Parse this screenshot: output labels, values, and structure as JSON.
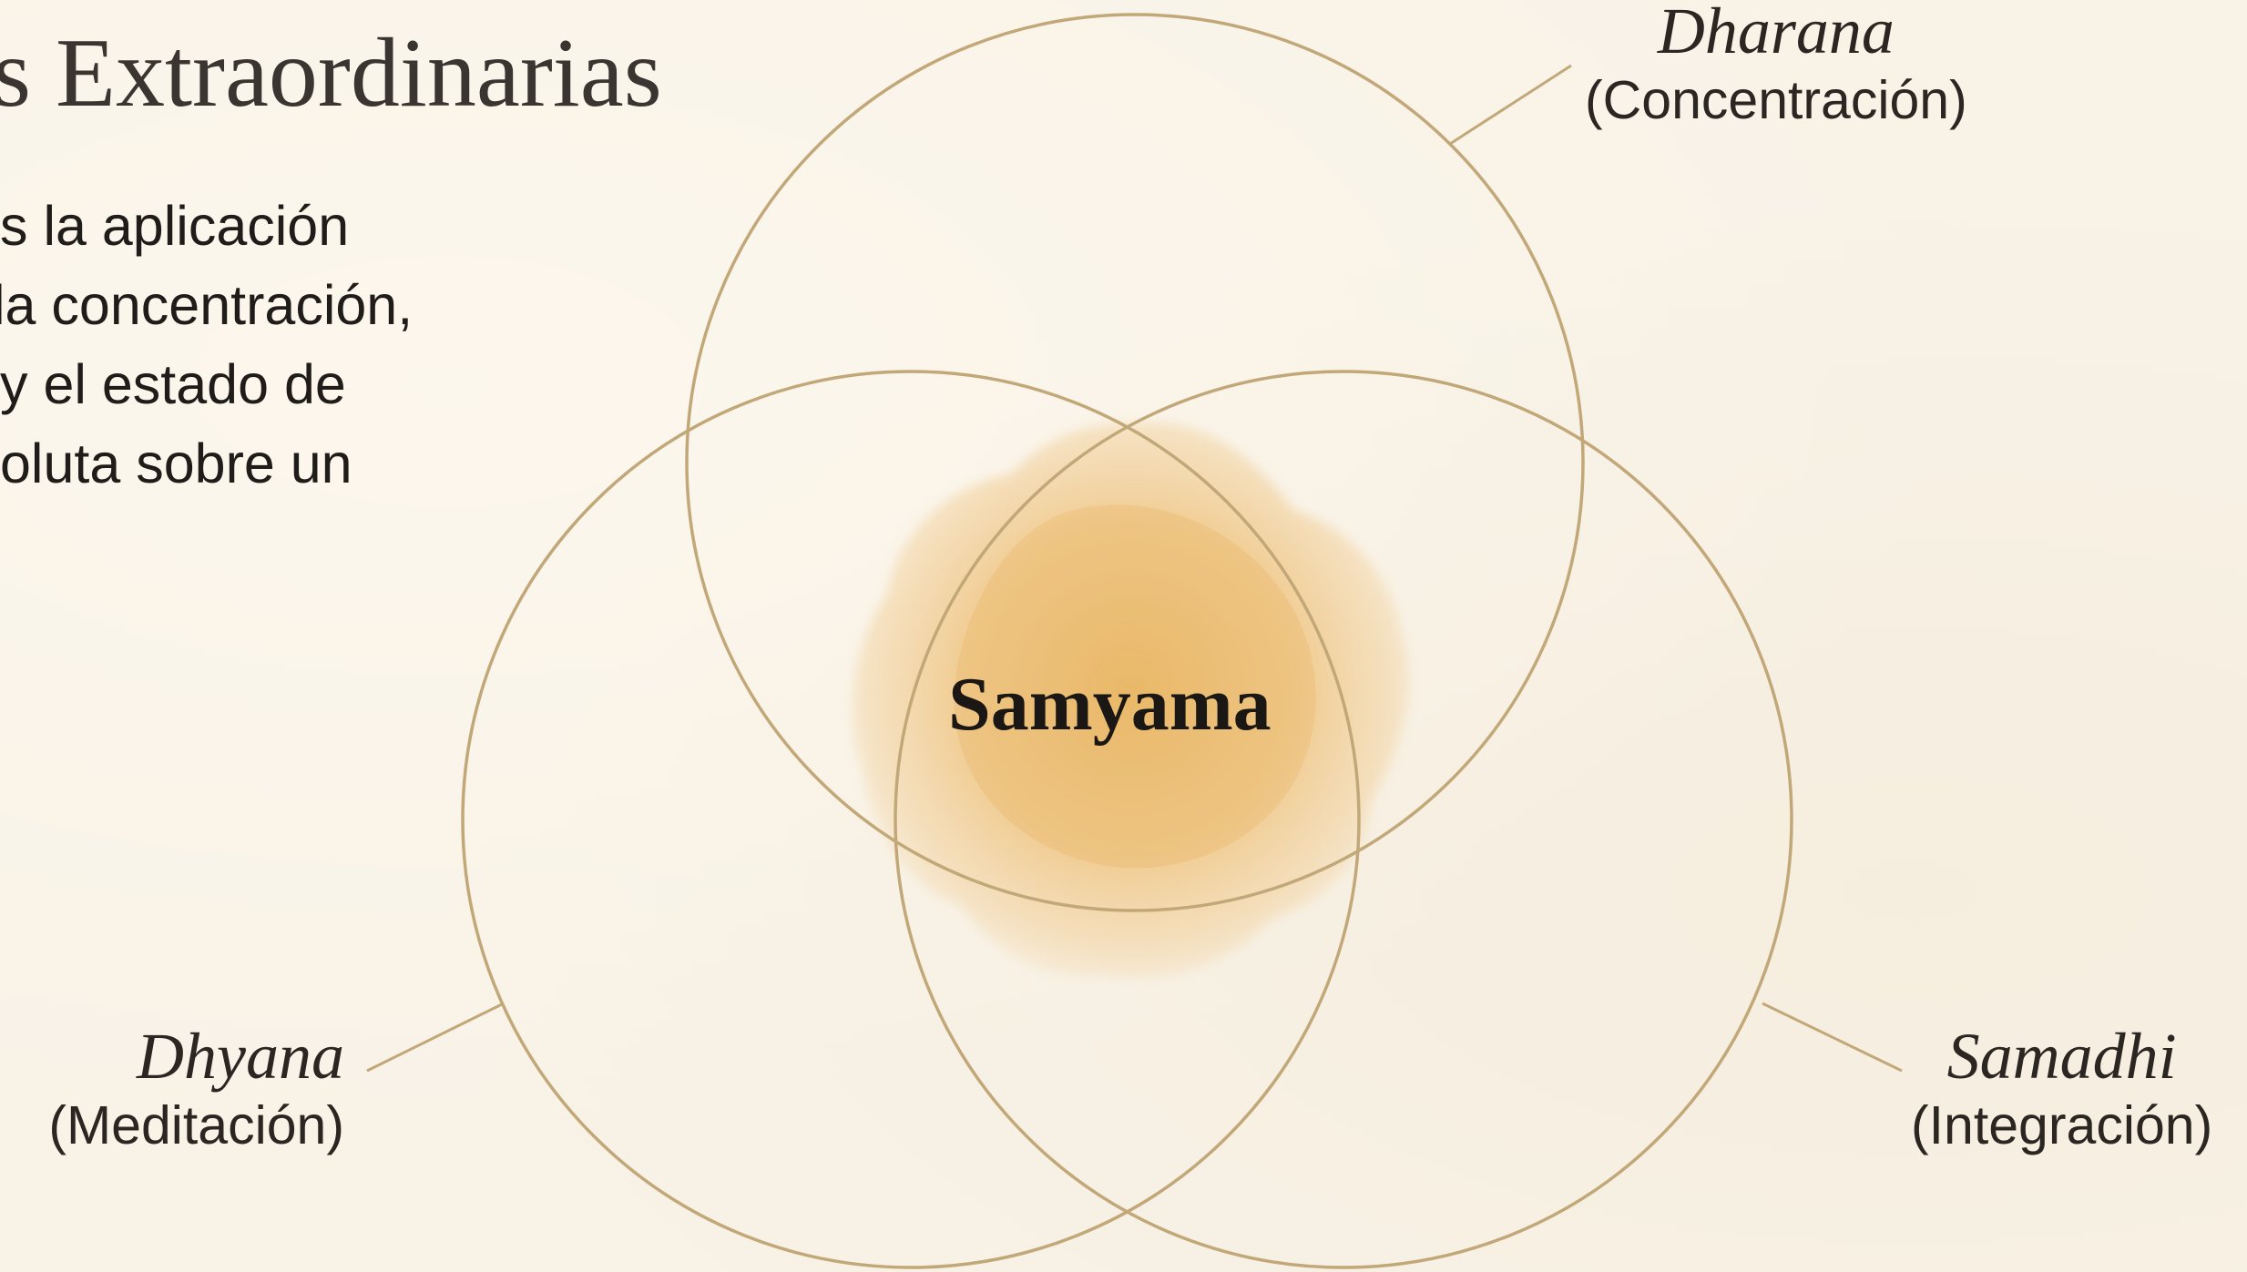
{
  "title": "s Extraordinarias",
  "intro_lines": [
    "s la aplicación",
    "la concentración,",
    "y el estado de",
    "oluta sobre un"
  ],
  "center": "Samyama",
  "labels": {
    "dharana": {
      "term": "Dharana",
      "meaning": "(Concentración)"
    },
    "dhyana": {
      "term": "Dhyana",
      "meaning": "(Meditación)"
    },
    "samadhi": {
      "term": "Samadhi",
      "meaning": "(Integración)"
    }
  },
  "colors": {
    "background": "#f8f2e7",
    "circle_stroke": "#c2a878",
    "center_blob": "#e8b765"
  }
}
